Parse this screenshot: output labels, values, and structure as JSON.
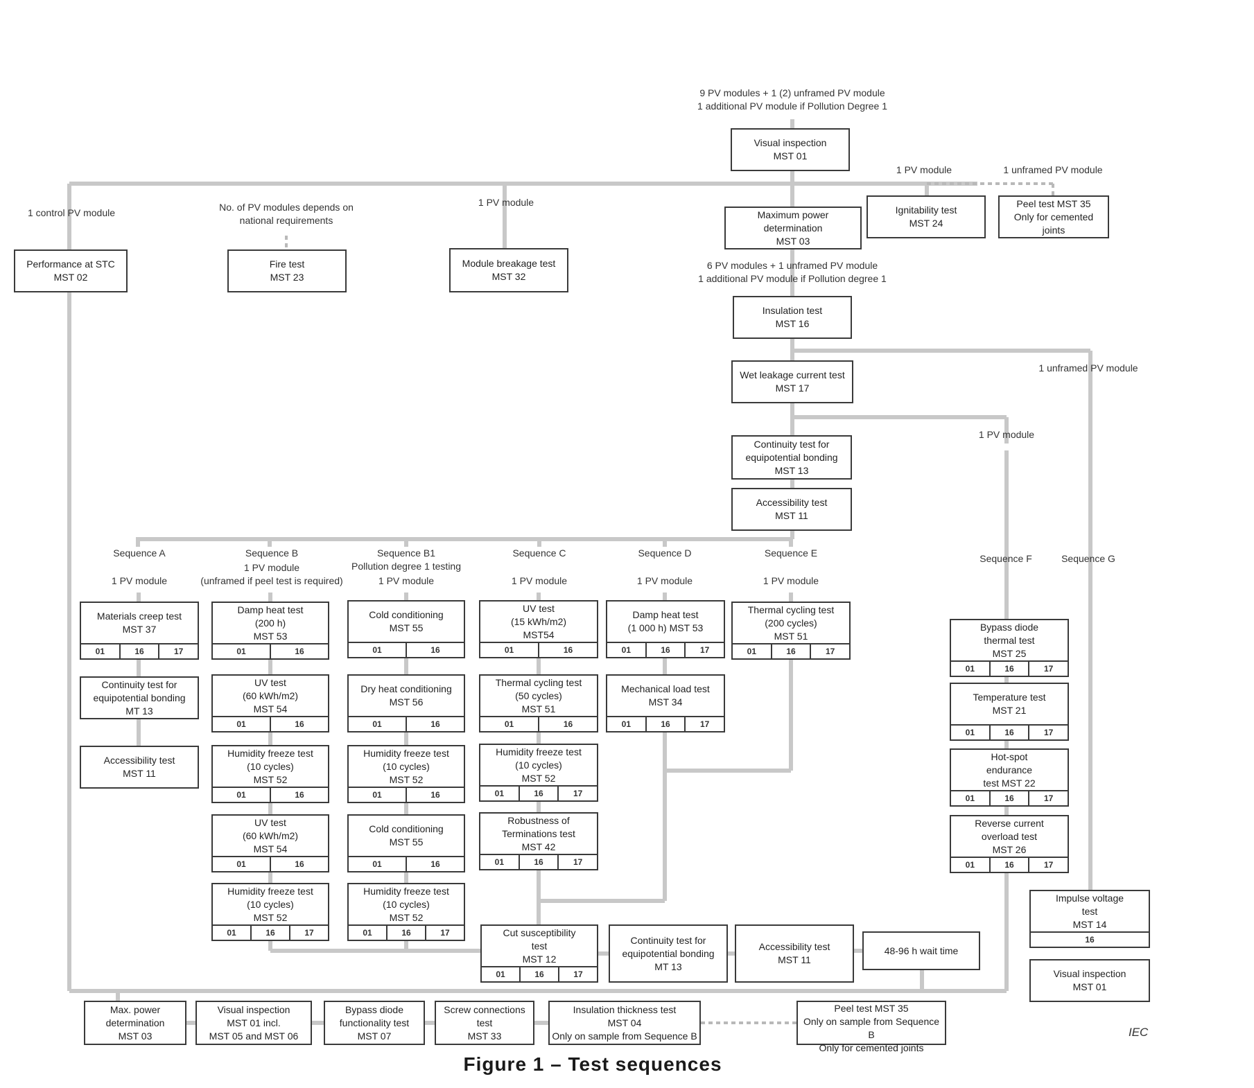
{
  "title": "Figure 1 – Test sequences",
  "iec": "IEC",
  "notes": {
    "top_intro": "9 PV modules + 1 (2) unframed PV module\n1 additional PV module if Pollution Degree 1",
    "pv_1_ign": "1 PV module",
    "unframed_peel": "1 unframed PV module",
    "control": "1 control PV module",
    "fire_qty": "No. of PV modules depends on\nnational requirements",
    "breakage_qty": "1 PV module",
    "mid_intro": "6 PV modules + 1 unframed PV module\n1 additional PV module if Pollution degree 1",
    "unframed_g": "1 unframed PV module",
    "pv_f": "1 PV module",
    "seq_a": "Sequence A",
    "seq_a_qty": "1 PV module",
    "seq_b": "Sequence B",
    "seq_b_qty": "1 PV module\n(unframed if peel test is required)",
    "seq_b1": "Sequence B1\nPollution degree 1 testing",
    "seq_b1_qty": "1 PV module",
    "seq_c": "Sequence C",
    "seq_c_qty": "1 PV module",
    "seq_d": "Sequence D",
    "seq_d_qty": "1 PV module",
    "seq_e": "Sequence E",
    "seq_e_qty": "1 PV module",
    "seq_f": "Sequence F",
    "seq_g": "Sequence G"
  },
  "boxes": {
    "visual_top": {
      "label": "Visual inspection\nMST 01"
    },
    "ignit": {
      "label": "Ignitability test\nMST 24"
    },
    "peel_top": {
      "label": "Peel test MST 35\nOnly for cemented\njoints"
    },
    "maxpow": {
      "label": "Maximum power\ndetermination\nMST 03"
    },
    "perf_stc": {
      "label": "Performance at STC\nMST 02"
    },
    "fire": {
      "label": "Fire test\nMST 23"
    },
    "breakage": {
      "label": "Module breakage test\nMST 32"
    },
    "insulation": {
      "label": "Insulation test\nMST 16"
    },
    "wet_leak": {
      "label": "Wet leakage current test\nMST 17"
    },
    "cont_main": {
      "label": "Continuity test for\nequipotential bonding\nMST 13"
    },
    "access_main": {
      "label": "Accessibility test\nMST 11"
    },
    "a1": {
      "label": "Materials creep test\nMST 37",
      "codes": [
        "01",
        "16",
        "17"
      ]
    },
    "a2": {
      "label": "Continuity test for\nequipotential bonding\nMT 13"
    },
    "a3": {
      "label": "Accessibility test\nMST 11"
    },
    "b1": {
      "label": "Damp heat test\n(200 h)\nMST 53",
      "codes": [
        "01",
        "16"
      ]
    },
    "b2": {
      "label": "UV test\n(60 kWh/m2)\nMST 54",
      "codes": [
        "01",
        "16"
      ]
    },
    "b3": {
      "label": "Humidity freeze test\n(10 cycles)\nMST 52",
      "codes": [
        "01",
        "16"
      ]
    },
    "b4": {
      "label": "UV test\n(60 kWh/m2)\nMST 54",
      "codes": [
        "01",
        "16"
      ]
    },
    "b5": {
      "label": "Humidity freeze test\n(10 cycles)\nMST 52",
      "codes": [
        "01",
        "16",
        "17"
      ]
    },
    "c1b1": {
      "label": "Cold conditioning\nMST 55",
      "codes": [
        "01",
        "16"
      ]
    },
    "c2b1": {
      "label": "Dry heat conditioning\nMST 56",
      "codes": [
        "01",
        "16"
      ]
    },
    "c3b1": {
      "label": "Humidity freeze test\n(10 cycles)\nMST 52",
      "codes": [
        "01",
        "16"
      ]
    },
    "c4b1": {
      "label": "Cold conditioning\nMST 55",
      "codes": [
        "01",
        "16"
      ]
    },
    "c5b1": {
      "label": "Humidity freeze test\n(10 cycles)\nMST 52",
      "codes": [
        "01",
        "16",
        "17"
      ]
    },
    "sc1": {
      "label": "UV test\n(15 kWh/m2)\nMST54",
      "codes": [
        "01",
        "16"
      ]
    },
    "sc2": {
      "label": "Thermal cycling test\n(50 cycles)\nMST 51",
      "codes": [
        "01",
        "16"
      ]
    },
    "sc3": {
      "label": "Humidity freeze test\n(10 cycles)\nMST 52",
      "codes": [
        "01",
        "16",
        "17"
      ]
    },
    "sc4": {
      "label": "Robustness of\nTerminations test\nMST 42",
      "codes": [
        "01",
        "16",
        "17"
      ]
    },
    "cut": {
      "label": "Cut susceptibility\ntest\nMST 12",
      "codes": [
        "01",
        "16",
        "17"
      ]
    },
    "d1": {
      "label": "Damp heat test\n(1 000 h) MST 53",
      "codes": [
        "01",
        "16",
        "17"
      ]
    },
    "d2": {
      "label": "Mechanical load test\nMST 34",
      "codes": [
        "01",
        "16",
        "17"
      ]
    },
    "e1": {
      "label": "Thermal cycling test\n(200 cycles)\nMST 51",
      "codes": [
        "01",
        "16",
        "17"
      ]
    },
    "f1": {
      "label": "Bypass diode\nthermal test\nMST 25",
      "codes": [
        "01",
        "16",
        "17"
      ]
    },
    "f2": {
      "label": "Temperature test\nMST 21",
      "codes": [
        "01",
        "16",
        "17"
      ]
    },
    "f3": {
      "label": "Hot-spot\nendurance\ntest MST 22",
      "codes": [
        "01",
        "16",
        "17"
      ]
    },
    "f4": {
      "label": "Reverse current\noverload test\nMST 26",
      "codes": [
        "01",
        "16",
        "17"
      ]
    },
    "g1": {
      "label": "Impulse voltage\ntest\nMST 14",
      "codes": [
        "16"
      ]
    },
    "g2": {
      "label": "Visual inspection\nMST 01"
    },
    "cont_bot": {
      "label": "Continuity test for\nequipotential bonding\nMT 13"
    },
    "access_bot": {
      "label": "Accessibility test\nMST 11"
    },
    "wait": {
      "label": "48-96 h wait time"
    },
    "fin1": {
      "label": "Max. power\ndetermination\nMST 03"
    },
    "fin2": {
      "label": "Visual inspection\nMST 01 incl.\nMST 05 and MST 06"
    },
    "fin3": {
      "label": "Bypass diode\nfunctionality test\nMST 07"
    },
    "fin4": {
      "label": "Screw connections\ntest\nMST 33"
    },
    "fin5": {
      "label": "Insulation thickness test\nMST 04\nOnly on sample from Sequence B"
    },
    "fin6": {
      "label": "Peel test MST 35\nOnly on sample from Sequence B\nOnly for cemented joints"
    }
  }
}
